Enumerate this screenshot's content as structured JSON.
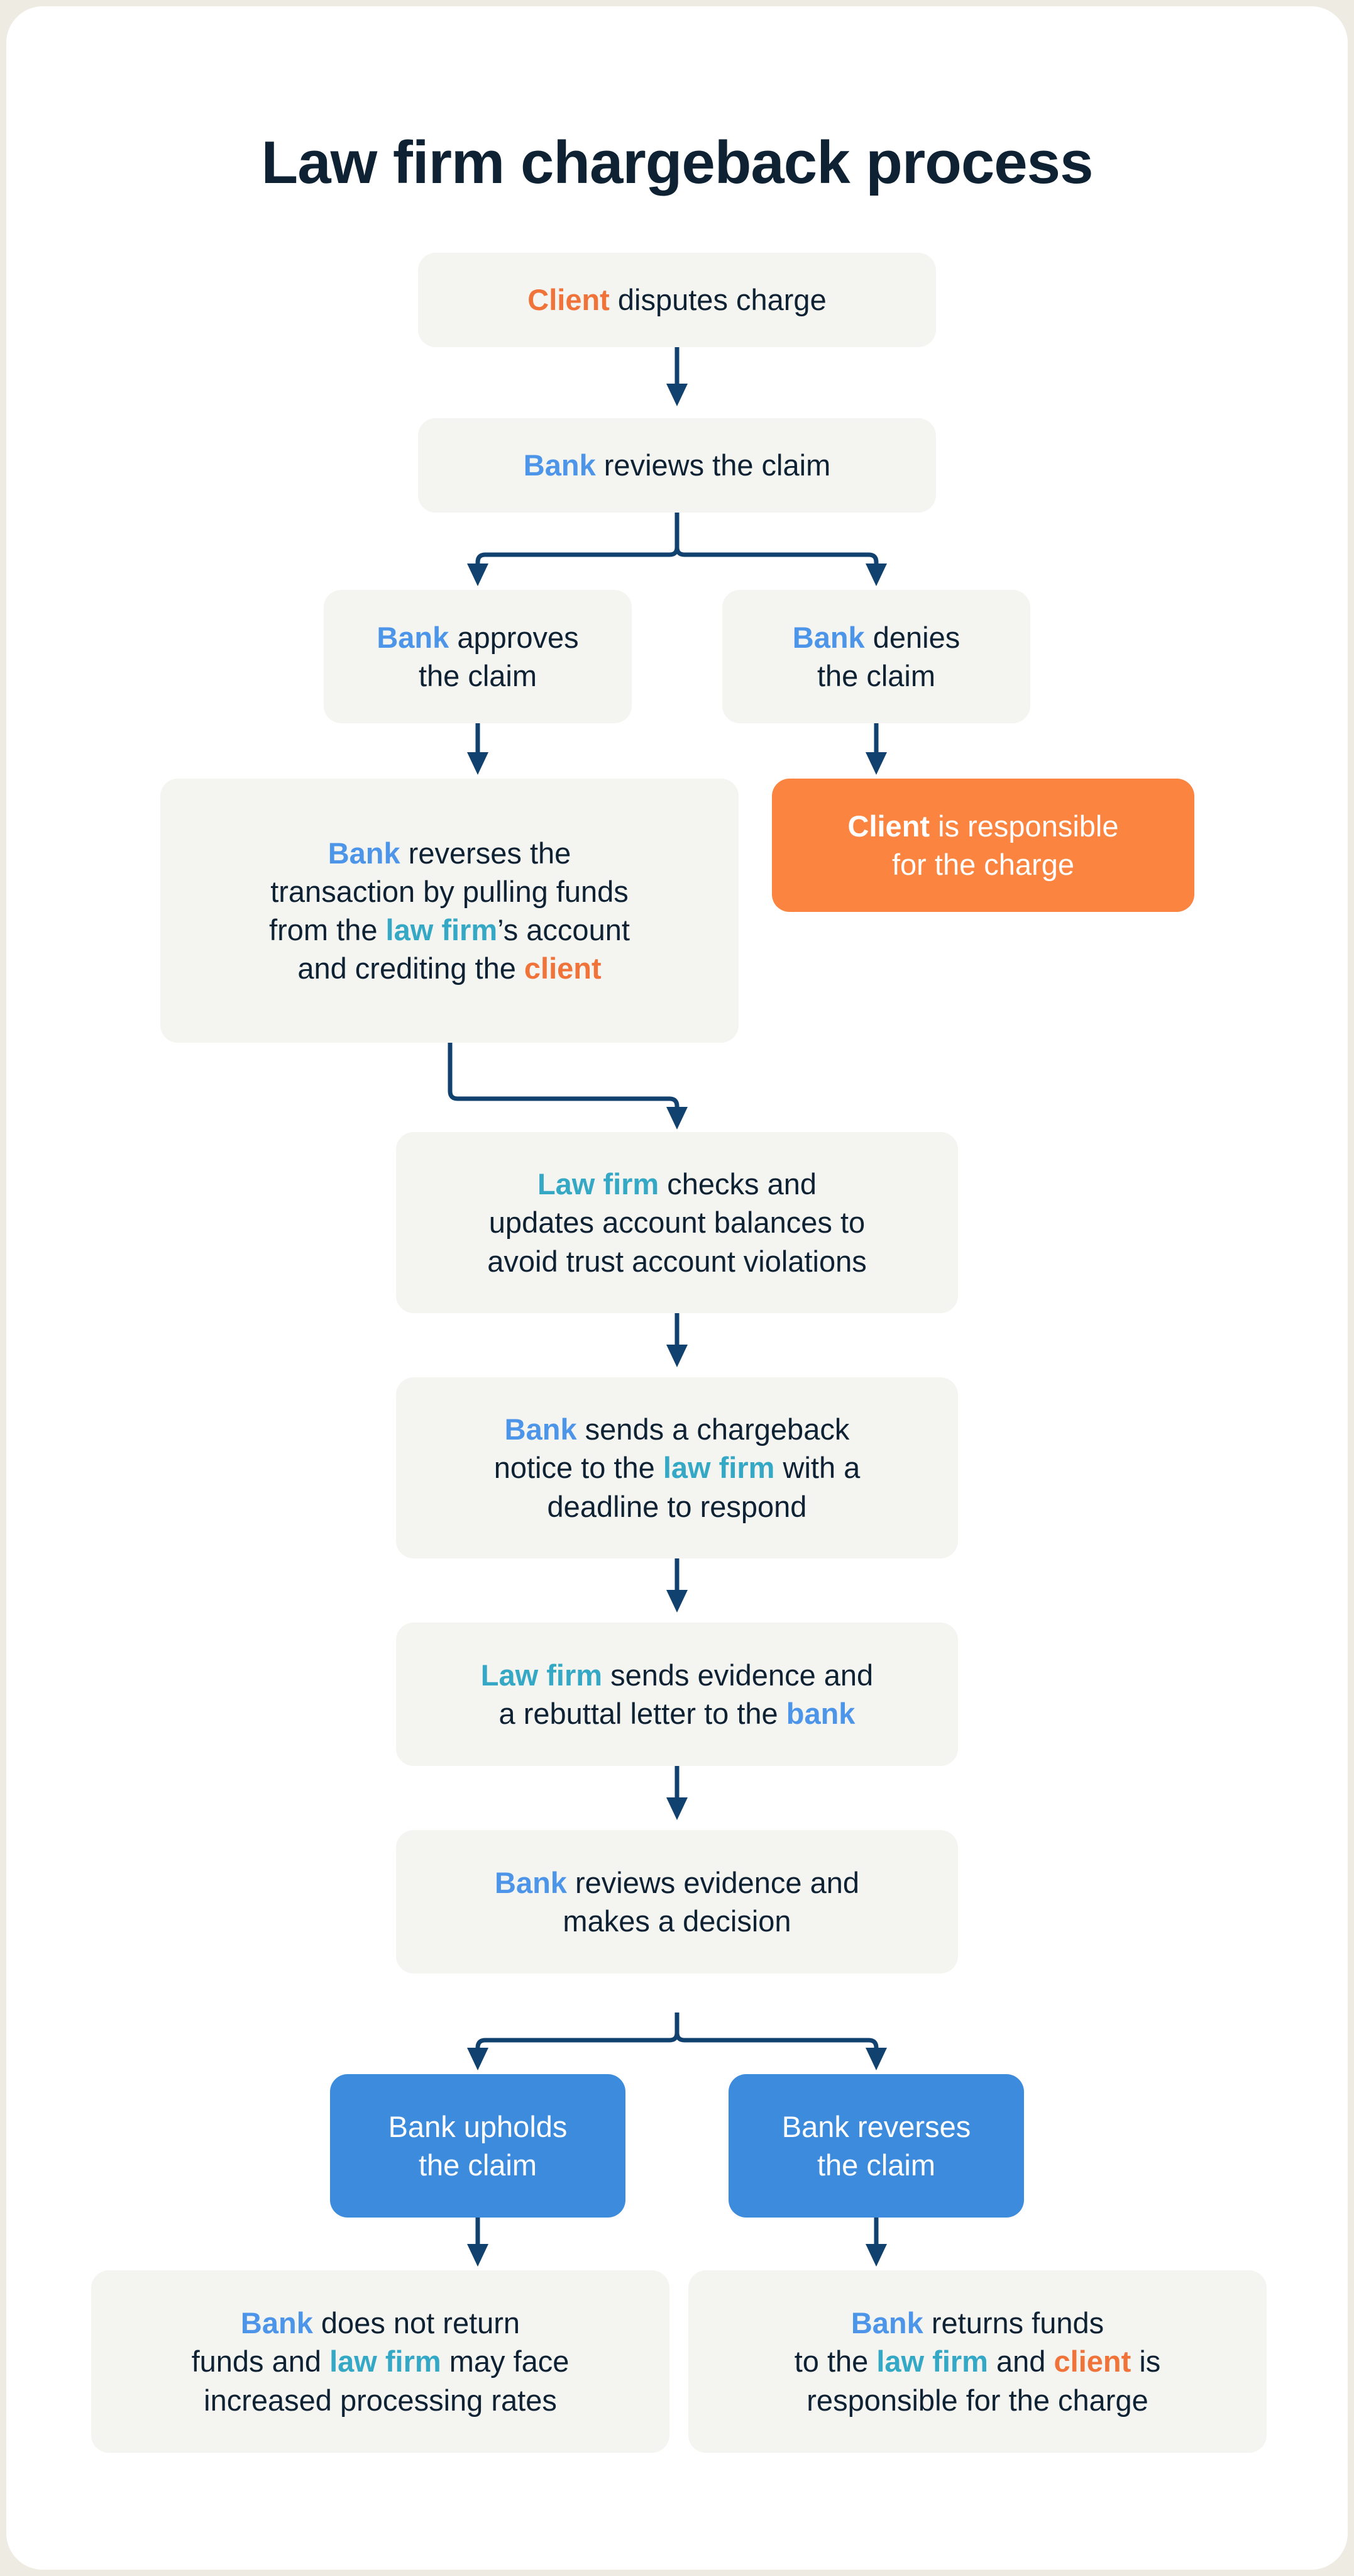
{
  "page": {
    "title": "Law firm chargeback process",
    "background_color": "#EDEBE2",
    "card_color": "#FFFFFF"
  },
  "palette": {
    "title_color": "#0E2233",
    "body_text": "#0E2233",
    "client_accent": "#F0733A",
    "bank_accent": "#4C95E8",
    "law_firm_accent": "#34A8C4",
    "box_gray": "#F4F4F1",
    "box_orange": "#FB8440",
    "box_blue": "#3D8BDC",
    "connector": "#11426F"
  },
  "flow": {
    "nodes": [
      {
        "id": "client-disputes",
        "style": "gray",
        "lines": [
          [
            {
              "t": "Client",
              "k": "client"
            },
            {
              "t": " disputes charge"
            }
          ]
        ]
      },
      {
        "id": "bank-reviews-claim",
        "style": "gray",
        "lines": [
          [
            {
              "t": "Bank",
              "k": "bank"
            },
            {
              "t": " reviews the claim"
            }
          ]
        ]
      },
      {
        "id": "bank-approves",
        "style": "gray",
        "lines": [
          [
            {
              "t": "Bank",
              "k": "bank"
            },
            {
              "t": " approves"
            }
          ],
          [
            {
              "t": "the claim"
            }
          ]
        ]
      },
      {
        "id": "bank-denies",
        "style": "gray",
        "lines": [
          [
            {
              "t": "Bank",
              "k": "bank"
            },
            {
              "t": " denies"
            }
          ],
          [
            {
              "t": "the claim"
            }
          ]
        ]
      },
      {
        "id": "bank-reverses-transaction",
        "style": "gray",
        "lines": [
          [
            {
              "t": "Bank",
              "k": "bank"
            },
            {
              "t": " reverses the"
            }
          ],
          [
            {
              "t": "transaction by pulling funds"
            }
          ],
          [
            {
              "t": "from the "
            },
            {
              "t": "law firm",
              "k": "firm"
            },
            {
              "t": "’s account"
            }
          ],
          [
            {
              "t": "and crediting the "
            },
            {
              "t": "client",
              "k": "client"
            }
          ]
        ]
      },
      {
        "id": "client-responsible-charge",
        "style": "orange",
        "lines": [
          [
            {
              "t": "Client",
              "k": "client"
            },
            {
              "t": " is responsible"
            }
          ],
          [
            {
              "t": "for the charge"
            }
          ]
        ]
      },
      {
        "id": "law-firm-checks-balances",
        "style": "gray",
        "lines": [
          [
            {
              "t": "Law firm",
              "k": "firm"
            },
            {
              "t": " checks and"
            }
          ],
          [
            {
              "t": "updates account balances to"
            }
          ],
          [
            {
              "t": "avoid trust account violations"
            }
          ]
        ]
      },
      {
        "id": "bank-sends-notice",
        "style": "gray",
        "lines": [
          [
            {
              "t": "Bank",
              "k": "bank"
            },
            {
              "t": " sends a chargeback"
            }
          ],
          [
            {
              "t": "notice to the "
            },
            {
              "t": "law firm",
              "k": "firm"
            },
            {
              "t": " with a"
            }
          ],
          [
            {
              "t": "deadline to respond"
            }
          ]
        ]
      },
      {
        "id": "law-firm-sends-evidence",
        "style": "gray",
        "lines": [
          [
            {
              "t": "Law firm",
              "k": "firm"
            },
            {
              "t": " sends evidence and"
            }
          ],
          [
            {
              "t": "a rebuttal letter to the "
            },
            {
              "t": "bank",
              "k": "bank"
            }
          ]
        ]
      },
      {
        "id": "bank-reviews-evidence",
        "style": "gray",
        "lines": [
          [
            {
              "t": "Bank",
              "k": "bank"
            },
            {
              "t": " reviews evidence and"
            }
          ],
          [
            {
              "t": "makes a decision"
            }
          ]
        ]
      },
      {
        "id": "bank-upholds-claim",
        "style": "blue",
        "lines": [
          [
            {
              "t": "Bank upholds"
            }
          ],
          [
            {
              "t": "the claim"
            }
          ]
        ]
      },
      {
        "id": "bank-reverses-claim",
        "style": "blue",
        "lines": [
          [
            {
              "t": "Bank reverses"
            }
          ],
          [
            {
              "t": "the claim"
            }
          ]
        ]
      },
      {
        "id": "bank-no-return-funds",
        "style": "gray",
        "lines": [
          [
            {
              "t": "Bank",
              "k": "bank"
            },
            {
              "t": " does not return"
            }
          ],
          [
            {
              "t": "funds and "
            },
            {
              "t": "law firm",
              "k": "firm"
            },
            {
              "t": " may face"
            }
          ],
          [
            {
              "t": "increased processing rates"
            }
          ]
        ]
      },
      {
        "id": "bank-returns-funds",
        "style": "gray",
        "lines": [
          [
            {
              "t": "Bank",
              "k": "bank"
            },
            {
              "t": " returns funds"
            }
          ],
          [
            {
              "t": "to the "
            },
            {
              "t": "law firm",
              "k": "firm"
            },
            {
              "t": " and "
            },
            {
              "t": "client",
              "k": "client"
            },
            {
              "t": " is"
            }
          ],
          [
            {
              "t": "responsible for the charge"
            }
          ]
        ]
      }
    ]
  }
}
